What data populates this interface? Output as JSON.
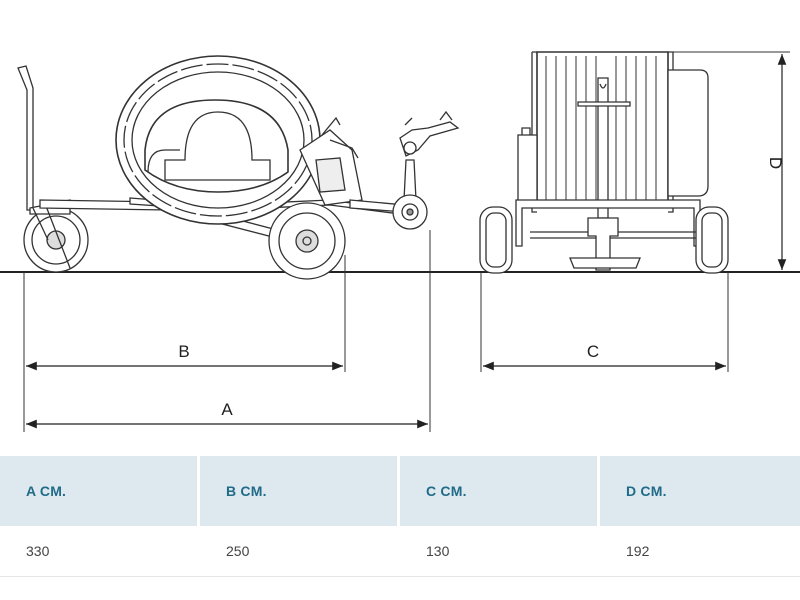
{
  "diagram": {
    "labels": {
      "a": "A",
      "b": "B",
      "c": "C",
      "d": "D"
    }
  },
  "table": {
    "headers": [
      "A CM.",
      "B CM.",
      "C CM.",
      "D CM."
    ],
    "values": [
      "330",
      "250",
      "130",
      "192"
    ]
  }
}
